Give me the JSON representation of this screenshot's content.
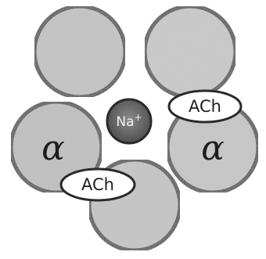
{
  "subunits": [
    {
      "id": "top-left",
      "label": ""
    },
    {
      "id": "top-right",
      "label": ""
    },
    {
      "id": "left",
      "label": "α"
    },
    {
      "id": "right",
      "label": "α"
    },
    {
      "id": "bottom",
      "label": ""
    }
  ],
  "channel": {
    "ion_label": "Na+",
    "ion_base": "Na",
    "ion_charge": "+"
  },
  "binding_sites": [
    {
      "id": "upper",
      "label": "ACh"
    },
    {
      "id": "lower",
      "label": "ACh"
    }
  ],
  "colors": {
    "outline": "#2a2a2a",
    "subunit_fill": "#c4c4c4",
    "ion_fill": "#6e6e6e",
    "label_fill": "#ffffff"
  }
}
